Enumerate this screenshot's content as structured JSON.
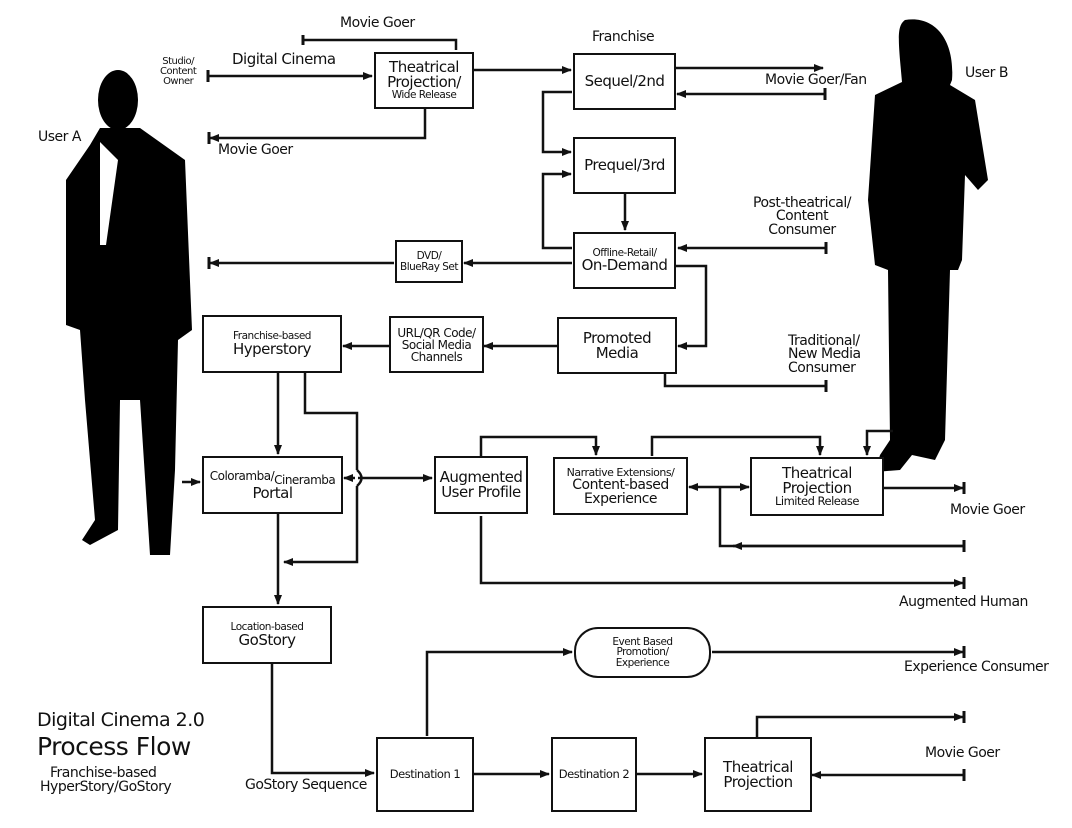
{
  "diagram": {
    "title": {
      "line1": "Digital Cinema 2.0",
      "line2": "Process Flow",
      "line3": "Franchise-based",
      "line4": "HyperStory/GoStory"
    },
    "users": {
      "user_a": "User A",
      "user_b": "User B"
    },
    "nodes": {
      "theatrical_wide": {
        "line1": "Theatrical",
        "line2": "Projection/",
        "line3": "Wide Release"
      },
      "sequel": {
        "line1": "Sequel/2nd"
      },
      "prequel": {
        "line1": "Prequel/3rd"
      },
      "offline_retail": {
        "line1": "Offline-Retail/",
        "line2": "On-Demand"
      },
      "dvd": {
        "line1": "DVD/",
        "line2": "BlueRay Set"
      },
      "promoted_media": {
        "line1": "Promoted",
        "line2": "Media"
      },
      "url_qr": {
        "line1": "URL/QR Code/",
        "line2": "Social Media",
        "line3": "Channels"
      },
      "hyperstory": {
        "line1": "Franchise-based",
        "line2": "Hyperstory"
      },
      "portal": {
        "line1a": "Coloramba/",
        "line1b": "Cineramba",
        "line2": "Portal"
      },
      "augmented_profile": {
        "line1": "Augmented",
        "line2": "User Profile"
      },
      "narrative": {
        "line1": "Narrative Extensions/",
        "line2": "Content-based",
        "line3": "Experience"
      },
      "theatrical_limited": {
        "line1": "Theatrical",
        "line2": "Projection",
        "line3": "Limited Release"
      },
      "gostory": {
        "line1": "Location-based",
        "line2": "GoStory"
      },
      "event": {
        "line1": "Event Based",
        "line2": "Promotion/",
        "line3": "Experience"
      },
      "destination1": {
        "line1": "Destination 1"
      },
      "destination2": {
        "line1": "Destination 2"
      },
      "theatrical_final": {
        "line1": "Theatrical",
        "line2": "Projection"
      }
    },
    "labels": {
      "studio": {
        "line1": "Studio/",
        "line2": "Content",
        "line3": "Owner"
      },
      "digital_cinema": "Digital Cinema",
      "movie_goer_top": "Movie Goer",
      "movie_goer_left": "Movie Goer",
      "franchise": "Franchise",
      "movie_goer_fan": "Movie Goer/Fan",
      "post_theatrical": {
        "line1": "Post-theatrical/",
        "line2": "Content",
        "line3": "Consumer"
      },
      "traditional": {
        "line1": "Traditional/",
        "line2": "New Media",
        "line3": "Consumer"
      },
      "movie_goer_limited": "Movie Goer",
      "augmented_human": "Augmented Human",
      "gostory_sequence": "GoStory Sequence",
      "experience_consumer": "Experience Consumer",
      "movie_goer_bottom": "Movie Goer"
    },
    "colors": {
      "ink": "#111111",
      "paper": "#ffffff"
    }
  }
}
